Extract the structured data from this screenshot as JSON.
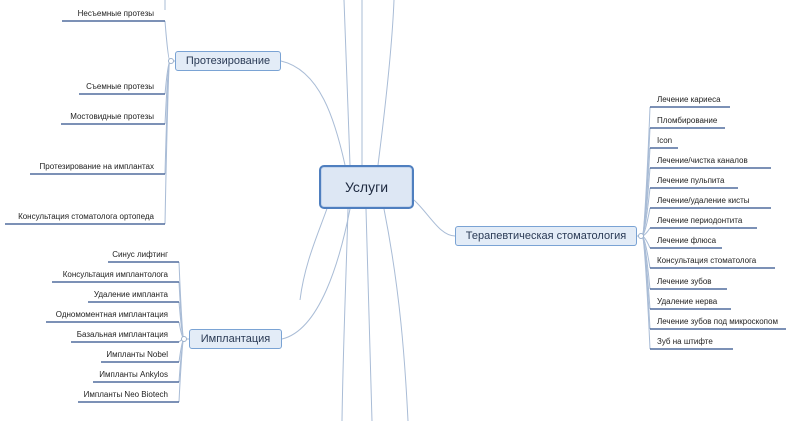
{
  "center": {
    "label": "Услуги"
  },
  "branches": {
    "prosthetics": {
      "label": "Протезирование",
      "items": [
        "Несъемные протезы",
        "Съемные протезы",
        "Мостовидные протезы",
        "Протезирование на имплантах",
        "Консультация стоматолога ортопеда"
      ]
    },
    "implantation": {
      "label": "Имплантация",
      "items": [
        "Синус лифтинг",
        "Консультация имплантолога",
        "Удаление импланта",
        "Одномоментная имплантация",
        "Базальная имплантация",
        "Импланты Nobel",
        "Импланты Ankylos",
        "Импланты Neo Biotech"
      ]
    },
    "therapy": {
      "label": "Терапевтическая стоматология",
      "items": [
        "Лечение кариеса",
        "Пломбирование",
        "Icon",
        "Лечение/чистка каналов",
        "Лечение пульпита",
        "Лечение/удаление кисты",
        "Лечение периодонтита",
        "Лечение флюса",
        "Консультация стоматолога",
        "Лечение зубов",
        "Удаление нерва",
        "Лечение зубов под микроскопом",
        "Зуб на штифте"
      ]
    }
  },
  "colors": {
    "connector": "#a9bcd6",
    "underline": "#2f4f8a",
    "topic_border": "#7aa3d4",
    "center_border": "#4f7fbf"
  }
}
